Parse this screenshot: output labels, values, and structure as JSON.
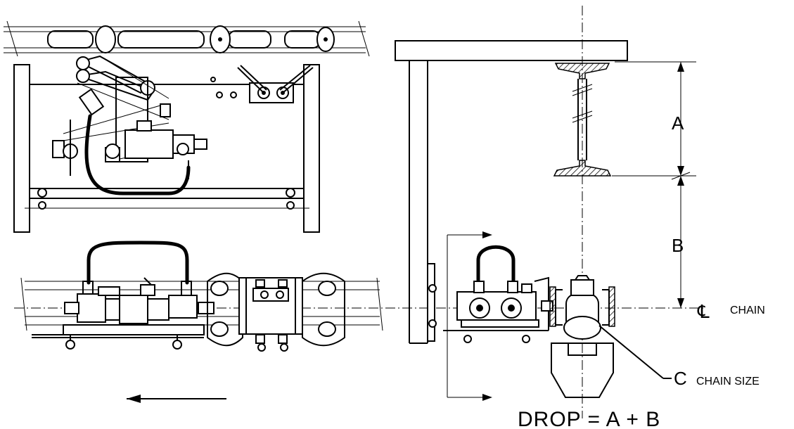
{
  "labels": {
    "dim_a": "A",
    "dim_b": "B",
    "chain_symbol": "℄",
    "chain_text": "CHAIN",
    "dim_c": "C",
    "chain_size_text": "CHAIN SIZE",
    "drop_formula": "DROP = A + B"
  },
  "icons": {
    "direction_arrow": "arrow-left-icon"
  }
}
